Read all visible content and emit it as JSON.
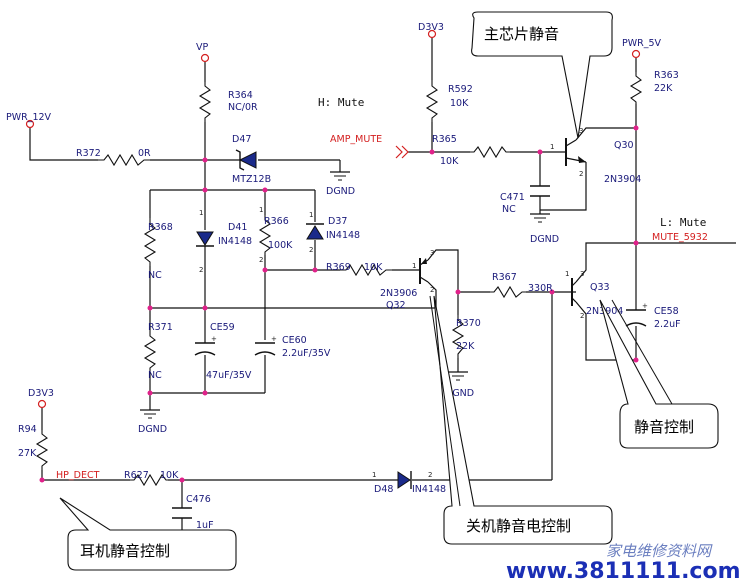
{
  "nets": {
    "vp": "VP",
    "pwr12": "PWR_12V",
    "d3v3_top": "D3V3",
    "pwr5": "PWR_5V",
    "d3v3_left": "D3V3",
    "amp_mute": "AMP_MUTE",
    "mute_5932": "MUTE_5932",
    "hp_dect": "HP_DECT",
    "dgnd": "DGND"
  },
  "labels": {
    "h_mute": "H: Mute",
    "l_mute": "L: Mute"
  },
  "parts": {
    "r364": "R364",
    "r364_val": "NC/0R",
    "r372": "R372",
    "r372_val": "0R",
    "d47": "D47",
    "d47_val": "MTZ12B",
    "r368": "R368",
    "r368_val": "NC",
    "d41": "D41",
    "d41_val": "IN4148",
    "r366": "R366",
    "r366_val": "100K",
    "d37": "D37",
    "d37_val": "IN4148",
    "r371": "R371",
    "r371_val": "NC",
    "ce59": "CE59",
    "ce59_val": "47uF/35V",
    "ce60": "CE60",
    "ce60_val": "2.2uF/35V",
    "r369": "R369",
    "r369_val": "10K",
    "q32": "Q32",
    "q32_val": "2N3906",
    "r592": "R592",
    "r592_val": "10K",
    "r365": "R365",
    "r365_val": "10K",
    "c471": "C471",
    "c471_val": "NC",
    "q30": "Q30",
    "q30_val": "2N3904",
    "r363": "R363",
    "r363_val": "22K",
    "r367": "R367",
    "r367_val": "330R",
    "r370": "R370",
    "r370_val": "22K",
    "q33": "Q33",
    "q33_val": "2N3904",
    "ce58": "CE58",
    "ce58_val": "2.2uF",
    "r94": "R94",
    "r94_val": "27K",
    "r627": "R627",
    "r627_val": "10K",
    "c476": "C476",
    "c476_val": "1uF",
    "d48": "D48",
    "d48_val": "IN4148"
  },
  "callouts": {
    "main_chip": "主芯片静音",
    "mute_ctrl": "静音控制",
    "shutdown": "关机静音电控制",
    "headphone": "耳机静音控制"
  },
  "watermark": {
    "site_cn": "家电维修资料网",
    "url": "www.3811111.com"
  }
}
